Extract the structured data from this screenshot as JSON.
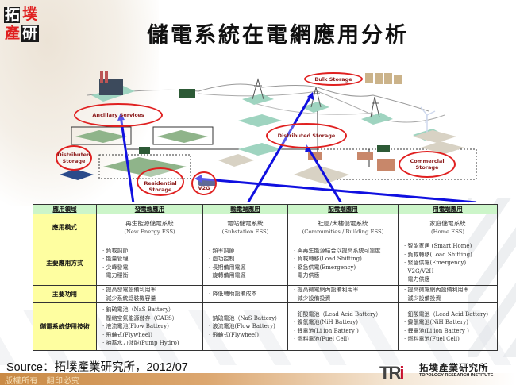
{
  "header": {
    "logo_chars": [
      "拓",
      "墣",
      "產",
      "研"
    ],
    "title": "儲電系統在電網應用分析"
  },
  "diagram": {
    "callouts": [
      {
        "id": "ancillary",
        "label": "Ancillary Services"
      },
      {
        "id": "bulk",
        "label": "Bulk Storage"
      },
      {
        "id": "distributed_left",
        "label": "Distributed Storage"
      },
      {
        "id": "distributed_center",
        "label": "Distributed Storage"
      },
      {
        "id": "residential",
        "label": "Residential Storage"
      },
      {
        "id": "v2g",
        "label": "V2G"
      },
      {
        "id": "commercial",
        "label": "Commercial Storage"
      }
    ],
    "arrow_color": "#1010e0",
    "callout_color": "#e02020"
  },
  "table": {
    "headers": [
      "應用領域",
      "發電端應用",
      "輸電端應用",
      "配電端應用",
      "用電端應用"
    ],
    "rows": [
      {
        "label": "應用模式",
        "cells": [
          {
            "zh": "再生能源儲電系統",
            "en": "(New Energy ESS)"
          },
          {
            "zh": "電站儲電系統",
            "en": "(Substation ESS)"
          },
          {
            "zh": "社區/大樓儲電系統",
            "en": "(Communities / Building ESS)"
          },
          {
            "zh": "家庭儲電系統",
            "en": "(Home ESS)"
          }
        ]
      },
      {
        "label": "主要應用方式",
        "cells": [
          [
            "負載調節",
            "能量管理",
            "尖峰發電",
            "電力穩衡"
          ],
          [
            "頻率調節",
            "虛功控制",
            "長期備用電源",
            "旋轉備用電源"
          ],
          [
            "與再生能源結合以提高系統可靠度",
            "負載轉移(Load Shifting)",
            "緊急供電(Emergency)",
            "電力供應"
          ],
          [
            "智能家居 (Smart Home)",
            "負載轉移(Load Shifting)",
            "緊急供電(Emergency)",
            "V2G/V2H",
            "電力供應"
          ]
        ]
      },
      {
        "label": "主要功用",
        "cells": [
          [
            "提高發電設備利用率",
            "減少系統總裝機容量"
          ],
          [
            "降低輔助設備成本"
          ],
          [
            "提高微電網內設備利用率",
            "減少設備投資"
          ],
          [
            "提高微電網內設備利用率",
            "減少設備投資"
          ]
        ]
      },
      {
        "label": "儲電系統使用技術",
        "cells": [
          [
            "鈉硫電池（NaS Battery）",
            "壓縮空氣能源儲存（CAES）",
            "液流電池(Flow Battery)",
            "飛輪式(Flywheel)",
            "抽蓄水力儲能(Pump Hydro)"
          ],
          [
            "鈉硫電池（NaS Battery）",
            "液流電池(Flow Battery)",
            "飛輪式(Flywheel)"
          ],
          [
            "鉛酸電池（Lead Acid Battery）",
            "鎳氫電池(NiH Battery)",
            "鋰電池(Li ion Battery )",
            "燃料電池(Fuel Cell)"
          ],
          [
            "鉛酸電池（Lead Acid Battery）",
            "鎳氫電池(NiH Battery)",
            "鋰電池(Li ion Battery )",
            "燃料電池(Fuel Cell)"
          ]
        ]
      }
    ],
    "colors": {
      "header_bg": "#ccf5c9",
      "label_bg": "#fefea0"
    }
  },
  "footer": {
    "source": "Source：拓墣產業研究所，2012/07",
    "copyright": "版權所有．翻印必究",
    "tri_mark": "TRi",
    "tri_cn": "拓墣產業研究所",
    "tri_en": "TOPOLOGY RESEARCH INSTITUTE"
  }
}
